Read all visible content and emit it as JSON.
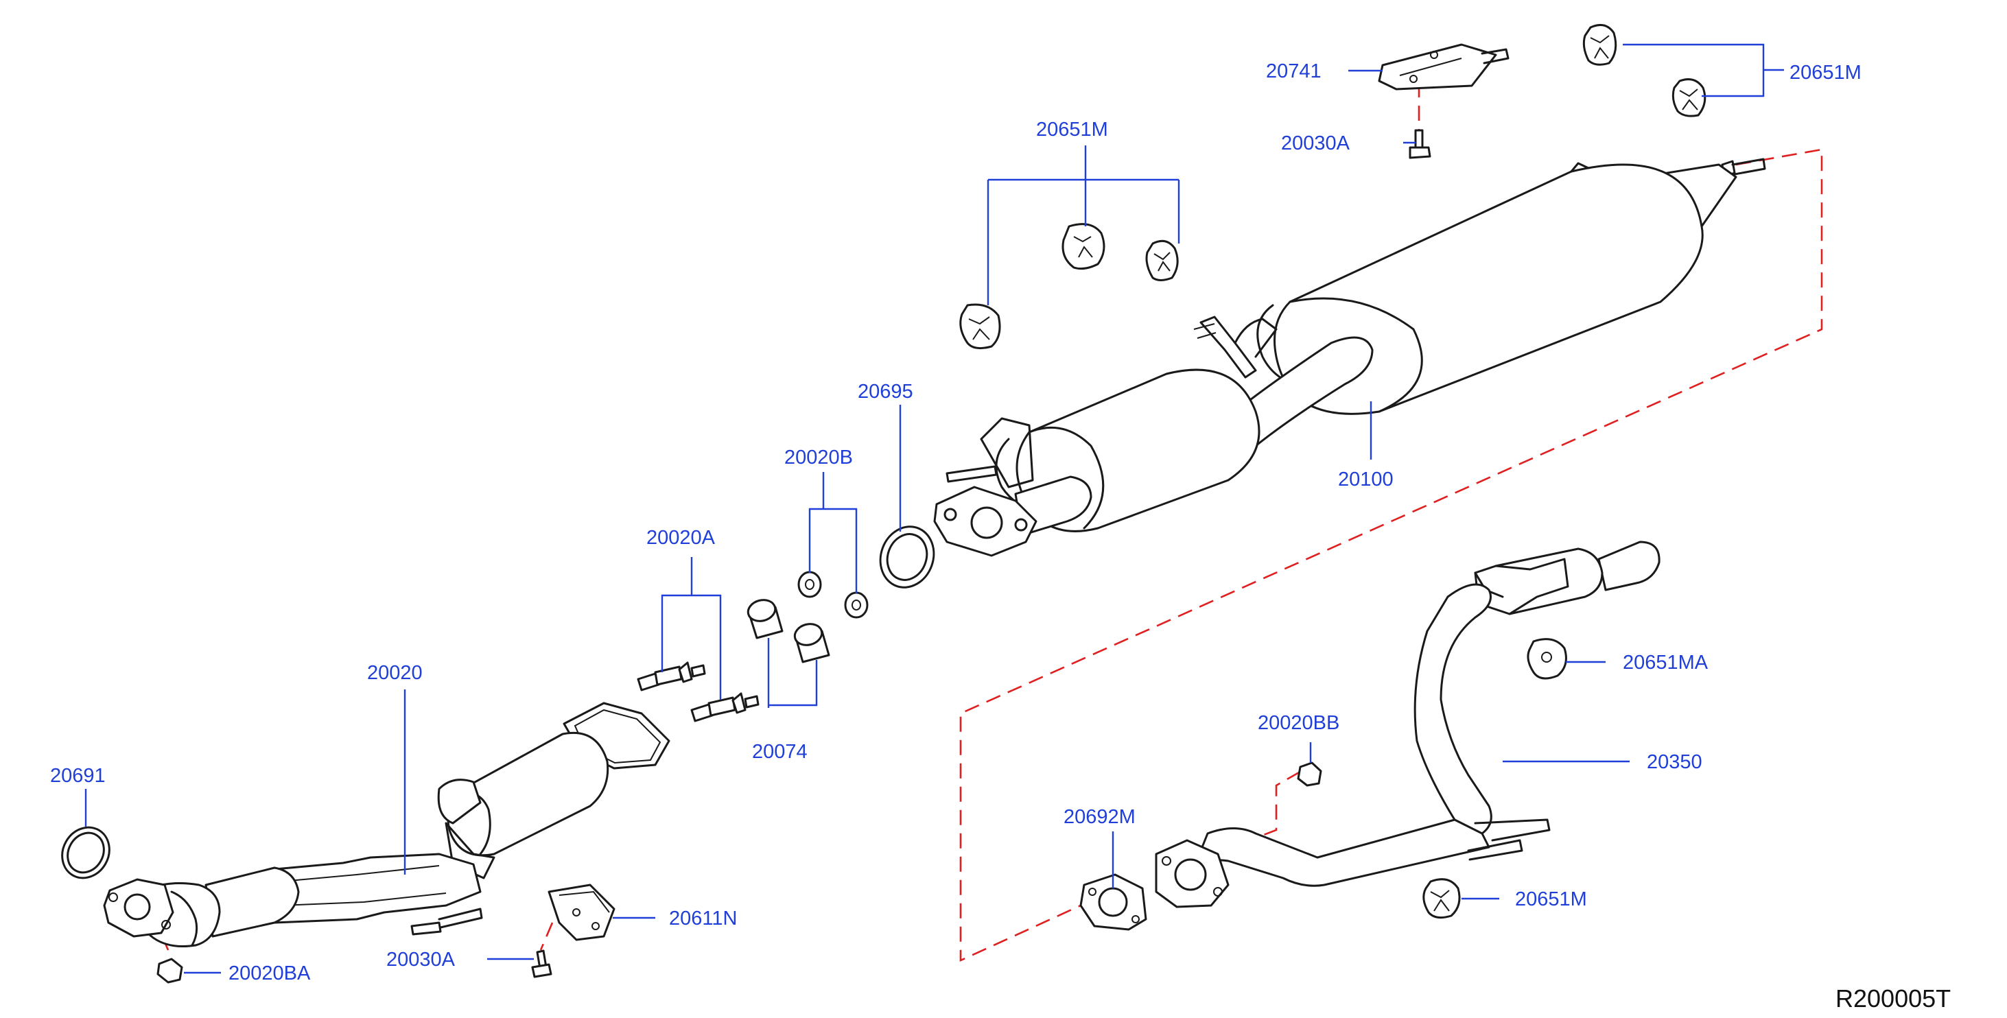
{
  "colors": {
    "label": "#1f3fd8",
    "leader": "#1f3fd8",
    "dashed_guide": "#e02020",
    "line_art": "#1a1a1a",
    "background": "#ffffff"
  },
  "labels": {
    "p20741": "20741",
    "p20030a_top": "20030A",
    "p20651m_topright": "20651M",
    "p20651m_upper": "20651M",
    "p20695": "20695",
    "p20020b": "20020B",
    "p20020a": "20020A",
    "p20100": "20100",
    "p20074": "20074",
    "p20020": "20020",
    "p20691": "20691",
    "p20651ma": "20651MA",
    "p20020bb": "20020BB",
    "p20350": "20350",
    "p20692m": "20692M",
    "p20611n": "20611N",
    "p20030a_bottom": "20030A",
    "p20651m_bottom": "20651M",
    "p20020ba": "20020BA"
  },
  "diagram_ref": "R200005T"
}
